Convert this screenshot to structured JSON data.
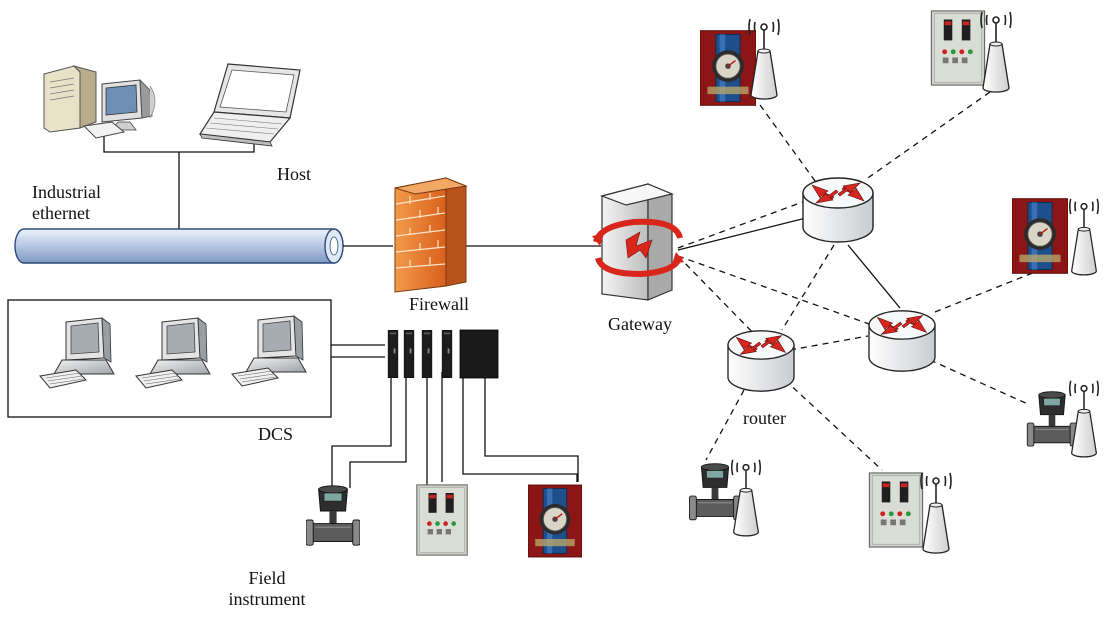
{
  "labels": {
    "industrial_ethernet_line1": "Industrial",
    "industrial_ethernet_line2": "ethernet",
    "host": "Host",
    "firewall": "Firewall",
    "gateway": "Gateway",
    "dcs": "DCS",
    "router": "router",
    "field_instrument_line1": "Field",
    "field_instrument_line2": "instrument"
  },
  "colors": {
    "pipe": "#c6d6ec",
    "pipe_edge": "#2c4a78",
    "firewall": "#e8762a",
    "router_body": "#eef0f2",
    "router_arrow": "#d6261f",
    "gateway_body": "#e6e6e6",
    "gateway_ring": "#d9261c",
    "meter_red": "#9e1b1b",
    "panel": "#d4d8d0",
    "dashed_link": "#111111"
  },
  "icons": {
    "desktop": "desktop-computer-icon",
    "laptop": "laptop-icon",
    "pc": "personal-computer-icon",
    "firewall": "brick-firewall-icon",
    "gateway": "gateway-server-icon",
    "router": "router-icon",
    "antenna": "wireless-antenna-icon",
    "flow_meter": "turbine-flow-meter-icon",
    "control_panel": "control-panel-icon",
    "water_meter": "water-meter-icon",
    "io_module": "io-module-icon"
  }
}
